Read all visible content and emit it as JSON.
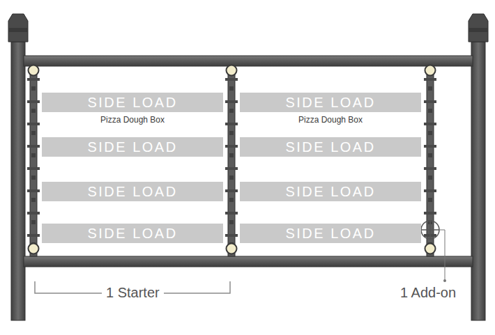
{
  "diagram": {
    "nodes": [
      {
        "text": [
          "SIDE LOAD",
          "Pizza Dough Box"
        ]
      },
      {
        "text": [
          "SIDE LOAD",
          "Pizza Dough Box"
        ]
      },
      {
        "text": [
          "SIDE LOAD"
        ]
      },
      {
        "text": [
          "SIDE LOAD"
        ]
      },
      {
        "text": [
          "SIDE LOAD"
        ]
      },
      {
        "text": [
          "SIDE LOAD"
        ]
      },
      {
        "text": [
          "SIDE LOAD"
        ]
      },
      {
        "text": [
          "SIDE LOAD"
        ]
      }
    ],
    "labels": [
      "1 Starter",
      "1 Add-on"
    ]
  }
}
